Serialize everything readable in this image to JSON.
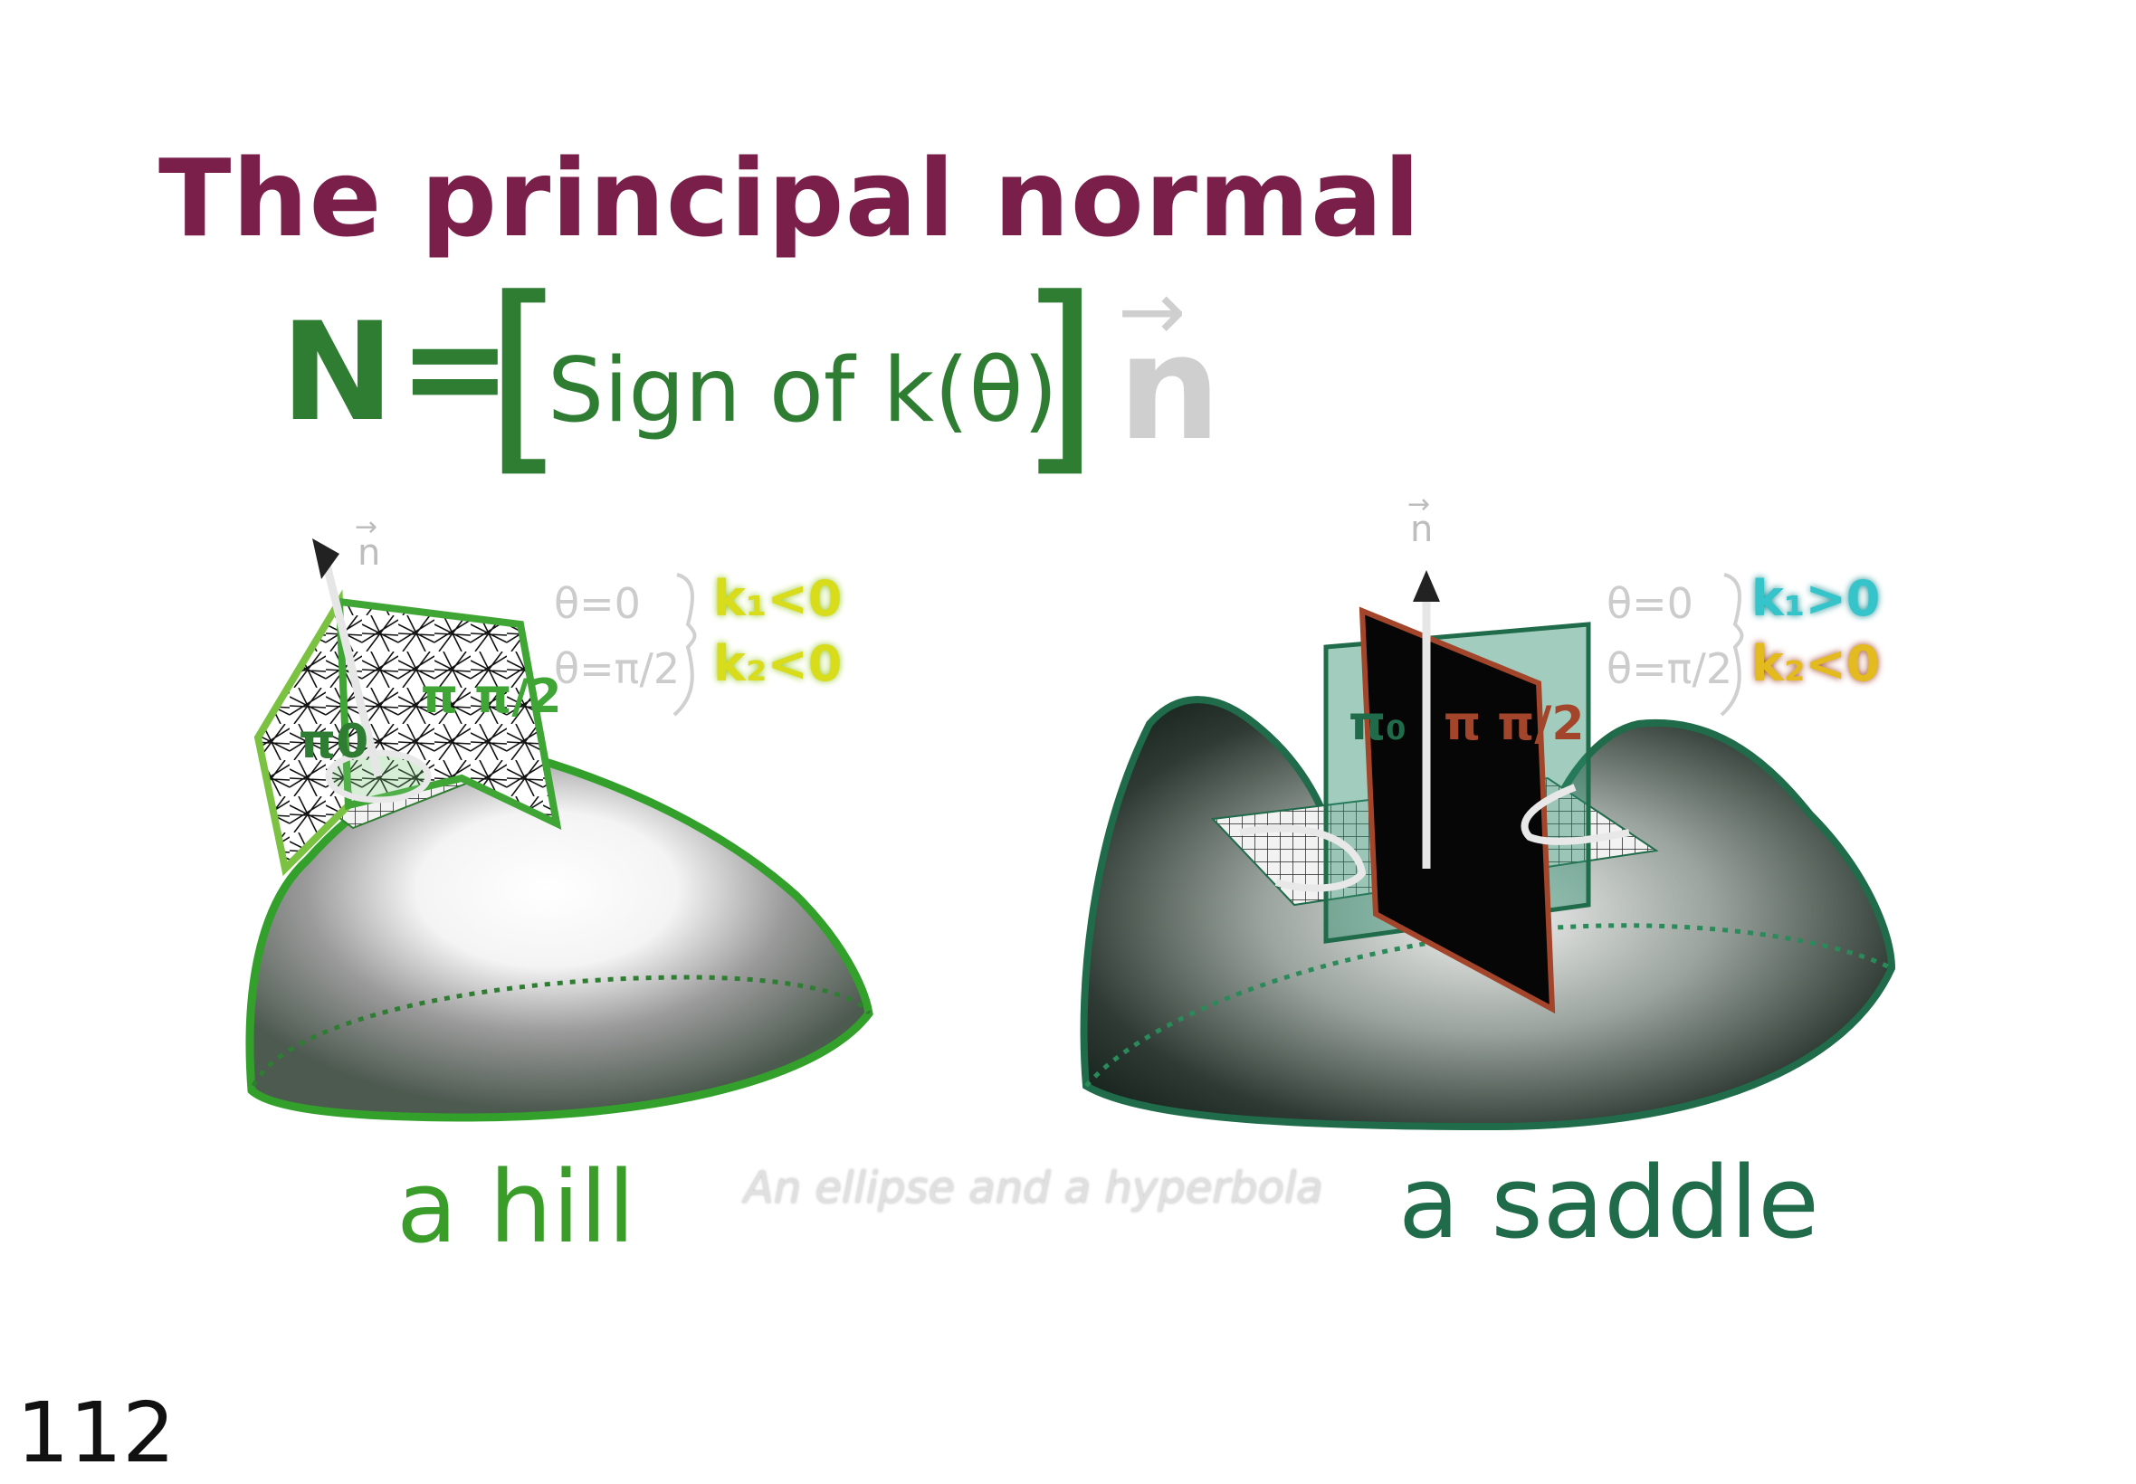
{
  "title": "The principal normal",
  "formula": {
    "lhs": "N",
    "equals": "=",
    "left_bracket": "[",
    "content": "Sign of k(θ)",
    "right_bracket": "]",
    "vector": "n",
    "vector_arrow": "→"
  },
  "hill": {
    "label": "a hill",
    "normal_label": "n",
    "normal_arrow": "→",
    "plane_0": "π0",
    "plane_half_pi": "π π/2",
    "condition_1": "θ=0",
    "condition_2": "θ=π/2",
    "k1": "k₁<0",
    "k2": "k₂<0"
  },
  "saddle": {
    "label": "a saddle",
    "normal_label": "n",
    "normal_arrow": "→",
    "plane_0": "π₀",
    "plane_half_pi": "π π/2",
    "condition_1": "θ=0",
    "condition_2": "θ=π/2",
    "k1": "k₁>0",
    "k2": "k₂<0"
  },
  "caption": "An ellipse and a hyperbola",
  "page_number": "112",
  "colors": {
    "title": "#7a1f4a",
    "formula": "#2e7d32",
    "hill_outline": "#3a9d2a",
    "saddle_outline": "#1f6b4a",
    "k_yellow": "#d8dc1a",
    "k_cyan": "#35c4c9",
    "plane_orange": "#a3452a"
  }
}
